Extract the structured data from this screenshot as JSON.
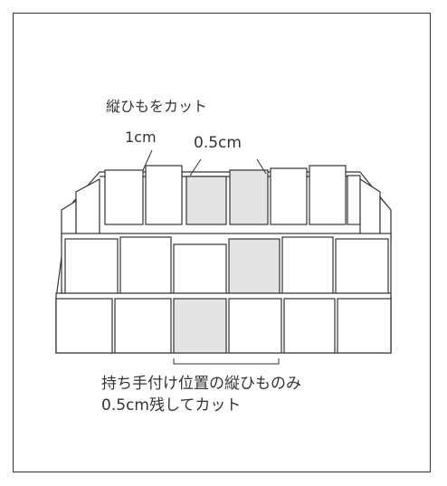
{
  "labels": {
    "title": "縦ひもをカット",
    "cut_1cm": "1cm",
    "cut_05cm": "0.5cm",
    "note_line1": "持ち手付け位置の縦ひものみ",
    "note_line2": "0.5cm残してカット"
  },
  "colors": {
    "line": "#333333",
    "strip": "#ffffff",
    "shade": "#e4e4e4"
  }
}
